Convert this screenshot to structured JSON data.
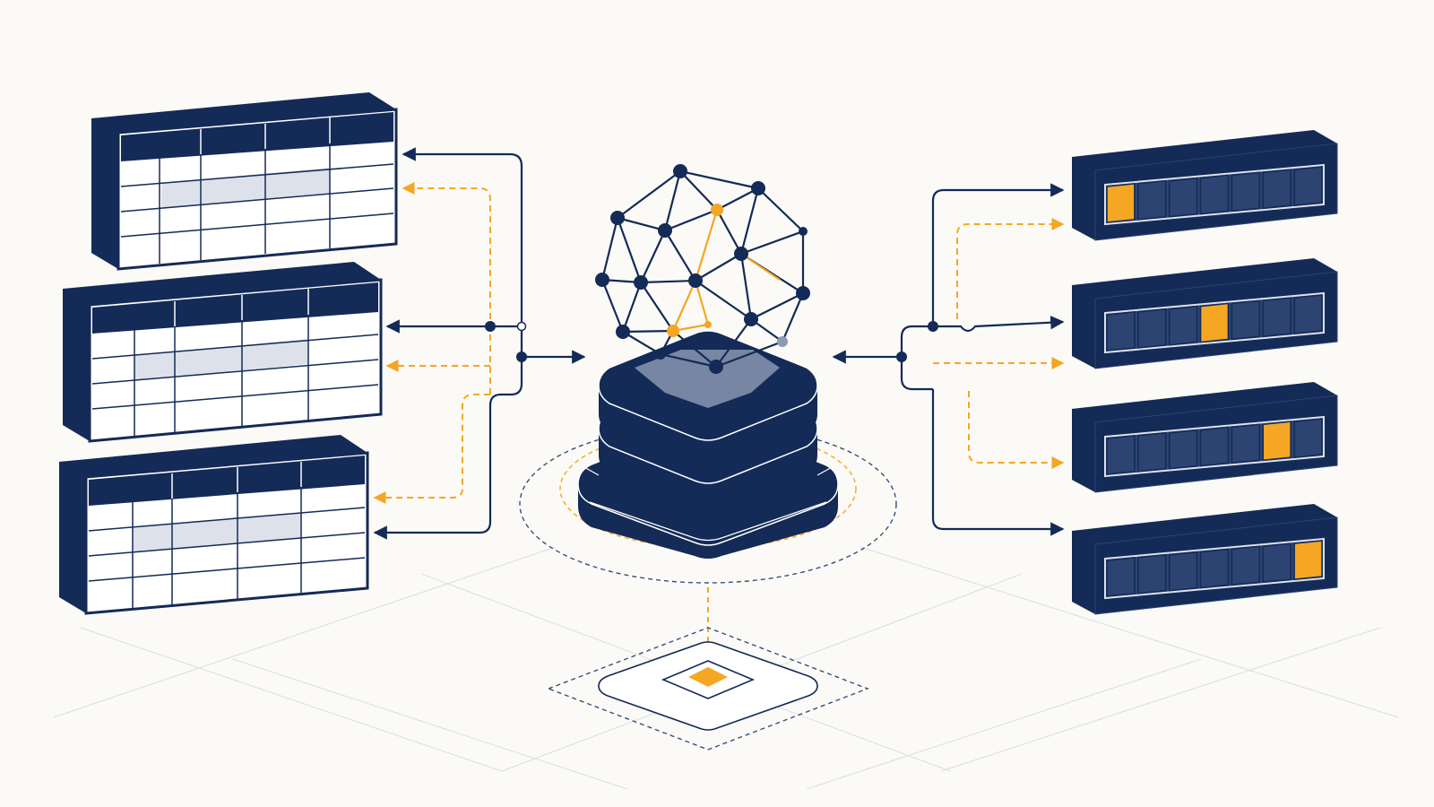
{
  "diagram": {
    "colors": {
      "background": "#fbfaf6",
      "navy": "#142a57",
      "navy_light": "#2d4472",
      "cell_fill": "#ffffff",
      "highlight_band": "#dde1ea",
      "accent": "#f5a623",
      "grid_line": "#d9dde4",
      "dashed_navy": "#3a4f7e"
    },
    "tables": {
      "count": 3,
      "columns": 4,
      "rows": 5
    },
    "slot_bars": {
      "count": 4,
      "slots_per_bar": 7,
      "highlighted_slot_index": [
        0,
        3,
        5,
        6
      ]
    },
    "hub": {
      "icon": "neural-network-sphere-icon",
      "base": "stacked-rounded-database-base"
    },
    "connectors": {
      "solid_style": "navy arrows",
      "dashed_style": "orange dashed arrows"
    }
  }
}
